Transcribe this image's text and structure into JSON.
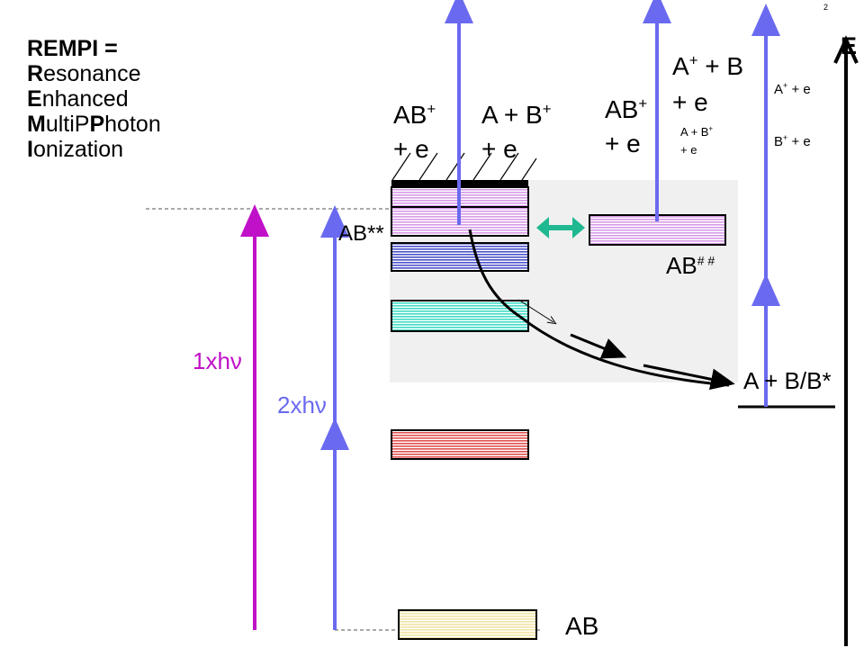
{
  "page_number": "2",
  "title": {
    "line1": "REMPI =",
    "lines": [
      {
        "initial": "R",
        "rest": "esonance"
      },
      {
        "initial": "E",
        "rest": "nhanced"
      },
      {
        "initial": "M",
        "rest": "ultiP"
      },
      {
        "initial": "I",
        "rest": "onization"
      }
    ],
    "multiphoton_P": "P",
    "multiphoton_rest": "hoton"
  },
  "axis_label": "E",
  "labels": {
    "ab_plus_e_1": {
      "main": "AB",
      "sup": "+",
      "line2": "+ e"
    },
    "a_b_plus_e_1": {
      "main": "A + B",
      "sup": "+",
      "line2": "+ e"
    },
    "ab_plus_e_2": {
      "main": "AB",
      "sup": "+",
      "line2": "+ e"
    },
    "a_plus_b_e": {
      "main": "A",
      "sup": "+",
      "rest": " + B",
      "line2": "+ e"
    },
    "a_b_plus_e_small": {
      "main": "A + B",
      "sup": "+",
      "line2": "+ e"
    },
    "a_plus_e": {
      "main": "A",
      "sup": "+",
      "rest": " + e"
    },
    "b_plus_e": {
      "main": "B",
      "sup": "+",
      "rest": " + e"
    },
    "ab_star": "AB**",
    "ab_hash": {
      "main": "AB",
      "sup": "# #"
    },
    "dissociation": "A + B/B*",
    "ground": "AB",
    "one_photon": "1xhν",
    "two_photon": "2xhν"
  },
  "colors": {
    "magenta": "#c010c8",
    "blue_arrow": "#6a6af0",
    "violet_level": "#d79be8",
    "navy_level": "#4a52c8",
    "teal_level": "#40dcc4",
    "red_level": "#e05050",
    "yellow_level": "#f4e4a4",
    "green_arrow": "#20b890",
    "shade": "#f0f0f0"
  }
}
